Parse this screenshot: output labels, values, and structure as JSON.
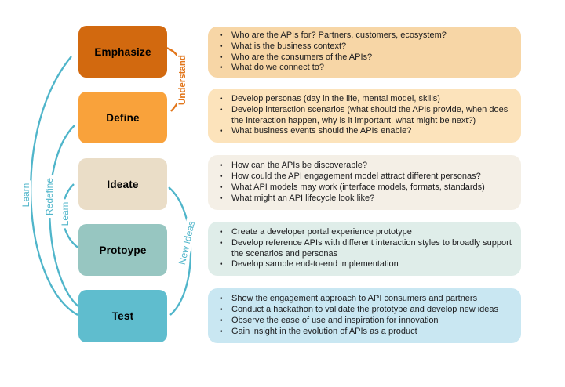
{
  "diagram": {
    "title_meaning": "API design-thinking process",
    "colors": {
      "arrow_teal": "#4FB5CA",
      "arrow_orange": "#E2761B",
      "text_dark": "#1C1C1E",
      "background": "#FFFFFF"
    },
    "stages": [
      {
        "label": "Emphasize",
        "box_color": "#D2690F",
        "panel_color": "#F7D6A6",
        "bullets": [
          "Who are the APIs for? Partners, customers, ecosystem?",
          "What is the business context?",
          "Who are the consumers of the APIs?",
          "What do we connect to?"
        ]
      },
      {
        "label": "Define",
        "box_color": "#F9A23B",
        "panel_color": "#FCE3BB",
        "bullets": [
          "Develop personas (day in the life, mental model, skills)",
          "Develop interaction scenarios (what should the APIs provide, when does the interaction happen, why is it important, what might be next?)",
          "What business events should the APIs enable?"
        ]
      },
      {
        "label": "Ideate",
        "box_color": "#EADDC7",
        "panel_color": "#F4EFE6",
        "bullets": [
          "How can the APIs be discoverable?",
          "How could the API engagement model attract different personas?",
          "What API models may work (interface models, formats, standards)",
          "What might an API lifecycle look like?"
        ]
      },
      {
        "label": "Protoype",
        "box_color": "#97C6C1",
        "panel_color": "#DFEDE9",
        "bullets": [
          "Create a developer portal experience prototype",
          "Develop reference APIs with different interaction styles to broadly support the scenarios and personas",
          "Develop sample end-to-end implementation"
        ]
      },
      {
        "label": "Test",
        "box_color": "#5FBDCE",
        "panel_color": "#C9E7F2",
        "bullets": [
          "Show the engagement approach to API consumers and partners",
          "Conduct a hackathon to validate the prototype and develop new ideas",
          "Observe the ease of use and inspiration for innovation",
          "Gain insight in the evolution of APIs as a product"
        ]
      }
    ],
    "arrows": [
      {
        "id": "understand",
        "label": "Understand",
        "color": "#E2761B",
        "from": "Emphasize",
        "to": "Define"
      },
      {
        "id": "learn-outer",
        "label": "Learn",
        "color": "#4FB5CA",
        "from": "Test",
        "to": "Emphasize"
      },
      {
        "id": "redefine",
        "label": "Redefine",
        "color": "#4FB5CA",
        "from": "Test",
        "to": "Define"
      },
      {
        "id": "learn-inner",
        "label": "Learn",
        "color": "#4FB5CA",
        "from": "Protoype",
        "to": "Ideate"
      },
      {
        "id": "new-ideas",
        "label": "New Ideas",
        "color": "#4FB5CA",
        "from": "Test",
        "to": "Ideate"
      }
    ]
  }
}
